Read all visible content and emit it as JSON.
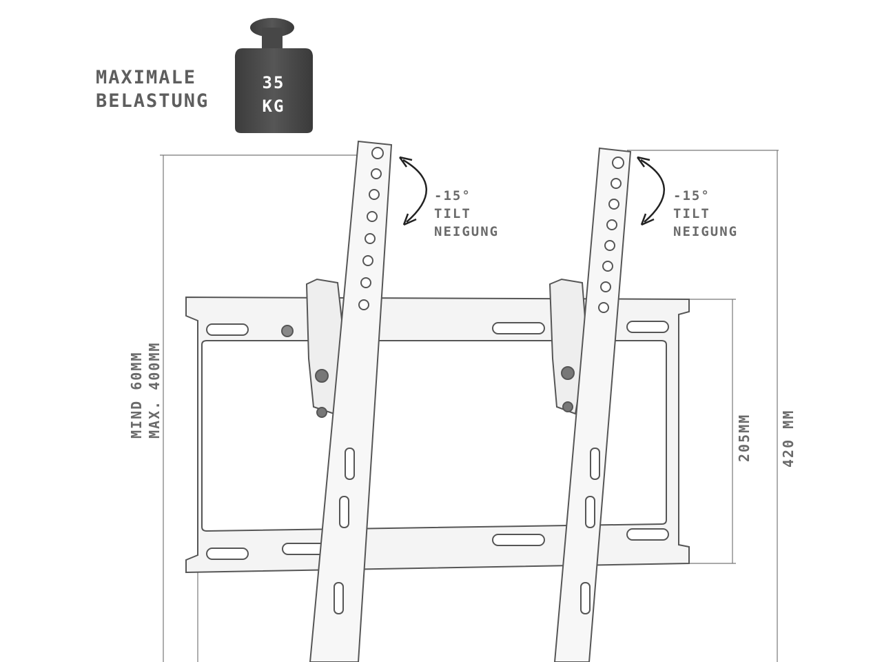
{
  "load": {
    "label_line1": "MAXIMALE",
    "label_line2": "BELASTUNG",
    "weight_value": "35",
    "weight_unit": "KG",
    "weight_icon": "weight-icon",
    "weight_color": "#4a4a4a"
  },
  "tilt_left": {
    "angle": "-15°",
    "word1": "TILT",
    "word2": "NEIGUNG"
  },
  "tilt_right": {
    "angle": "-15°",
    "word1": "TILT",
    "word2": "NEIGUNG"
  },
  "dimensions": {
    "spacing_line1": "MIND 60MM",
    "spacing_line2": "MAX. 400MM",
    "plate_height": "205MM",
    "arm_height": "420 MM"
  },
  "colors": {
    "line": "#666666",
    "text": "#6a6a6a"
  }
}
